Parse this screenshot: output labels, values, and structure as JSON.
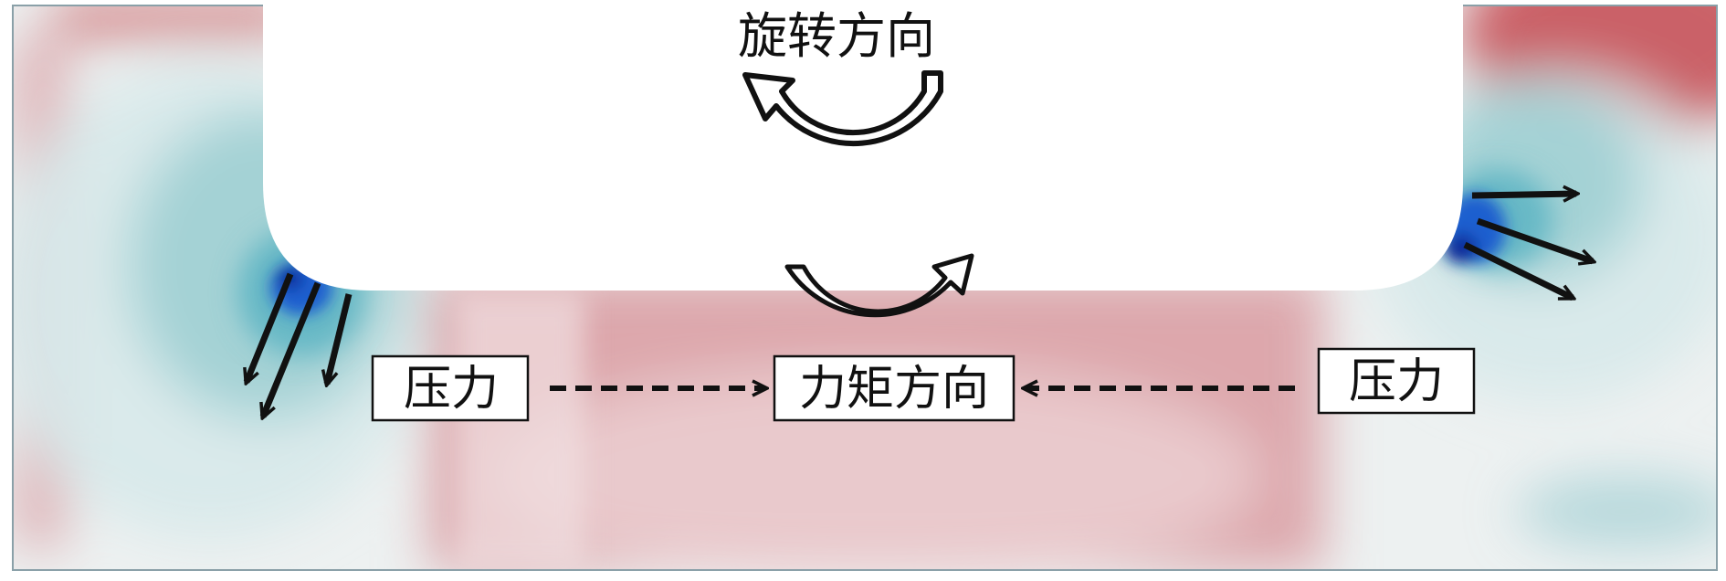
{
  "labels": {
    "rotation_direction": "旋转方向",
    "pressure_left": "压力",
    "torque_direction": "力矩方向",
    "pressure_right": "压力"
  },
  "colors": {
    "outline": "#111111",
    "frame": "#8aa0a8",
    "hull": "#ffffff",
    "field_high": "#c85a5f",
    "field_mid": "#d99aa0",
    "field_light": "#f1dfe1",
    "field_neutral": "#edf1f1",
    "field_teal_light": "#d7e9ea",
    "field_teal": "#9fcfd3",
    "field_cyan": "#5fb6c4",
    "field_low": "#1f5fcf",
    "field_core": "#0a2a9a"
  },
  "icons": {
    "rotation_large": "curved-arrow-counterclockwise-icon",
    "rotation_small": "curved-arrow-clockwise-icon",
    "flow_arrows": "arrow-icon",
    "dashed_arrows": "dashed-arrow-icon"
  }
}
